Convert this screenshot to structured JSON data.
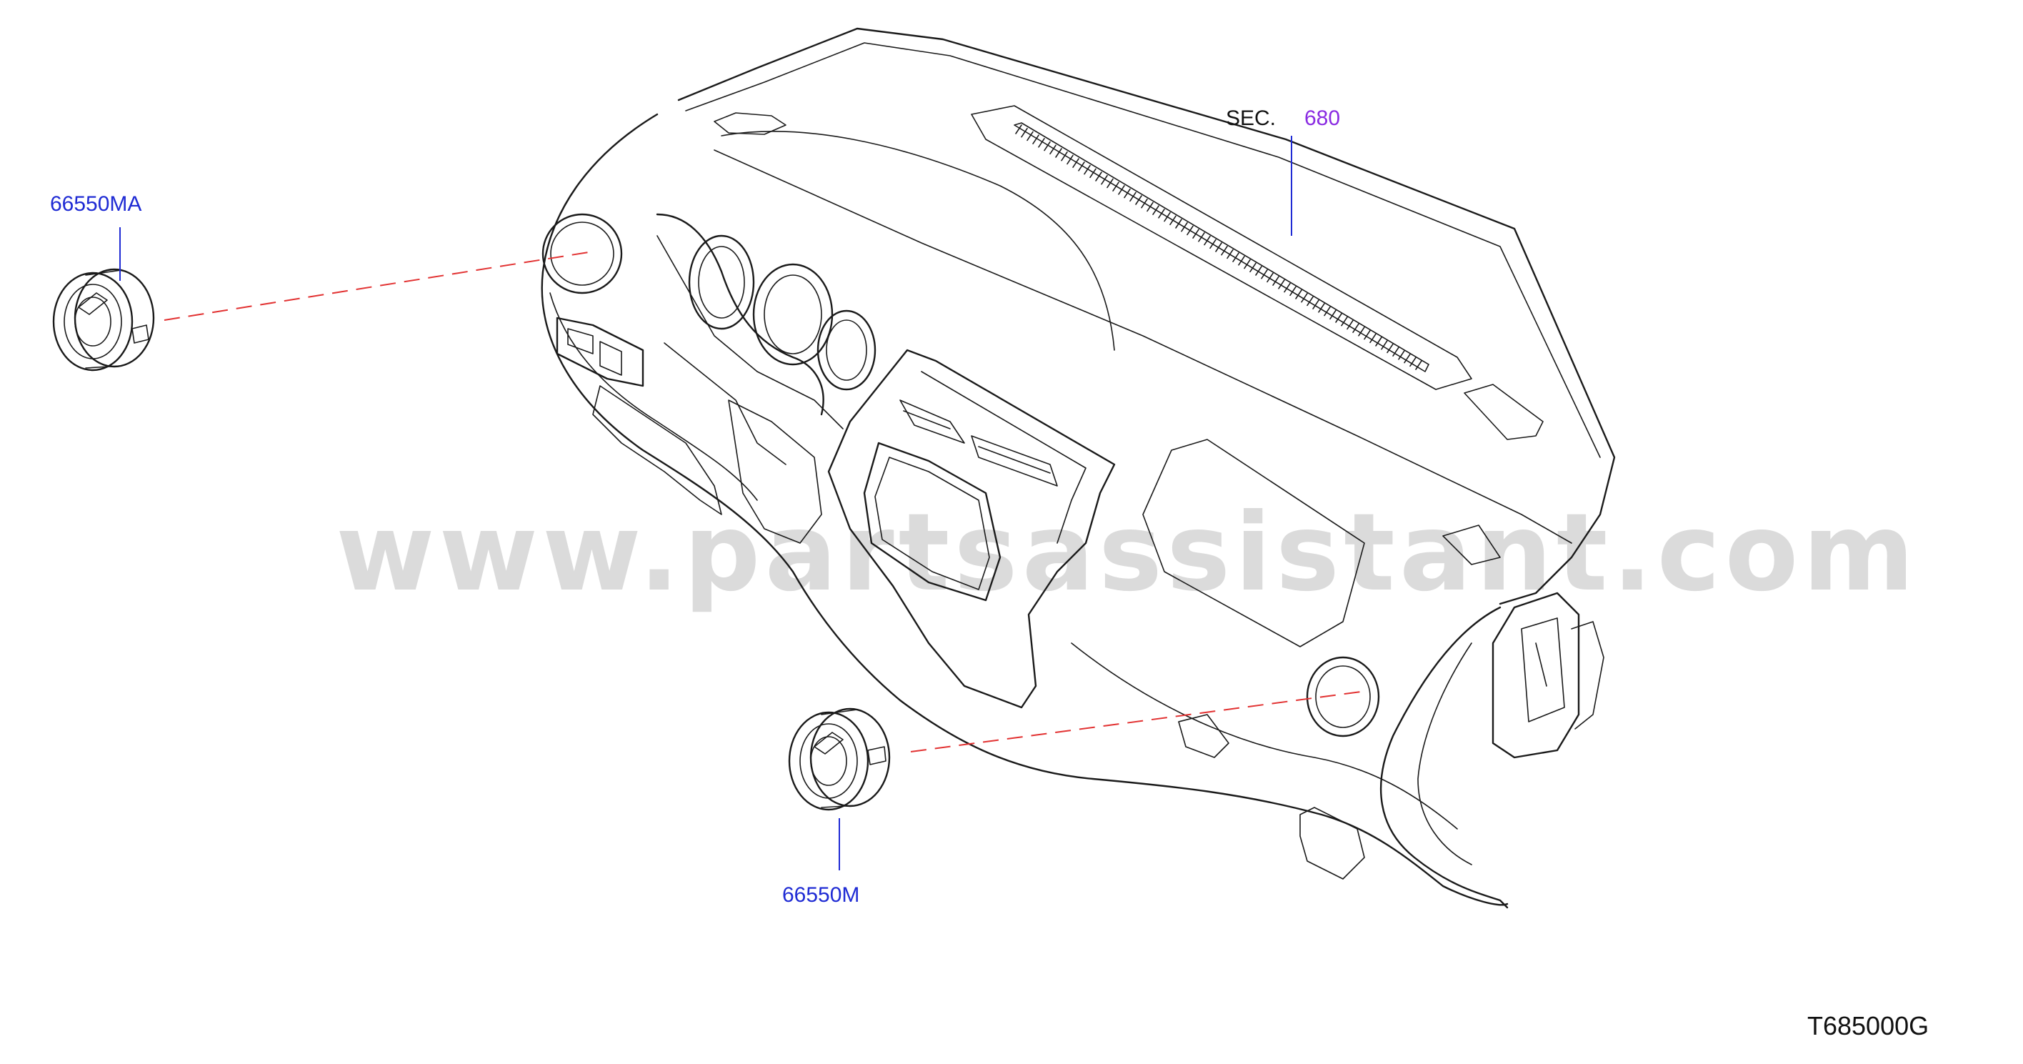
{
  "diagram": {
    "callouts": {
      "upper_left_part": "66550MA",
      "lower_part": "66550M",
      "section_prefix": "SEC.",
      "section_number": "680"
    },
    "figure_code": "T685000G",
    "watermark": "www.partsassistant.com",
    "colors": {
      "callout_blue": "#1f2bd4",
      "section_purple": "#8a2be2",
      "dashed_guide_red": "#e23232",
      "line_art": "#1a1a1a",
      "watermark_gray": "#cfcfcf"
    }
  }
}
